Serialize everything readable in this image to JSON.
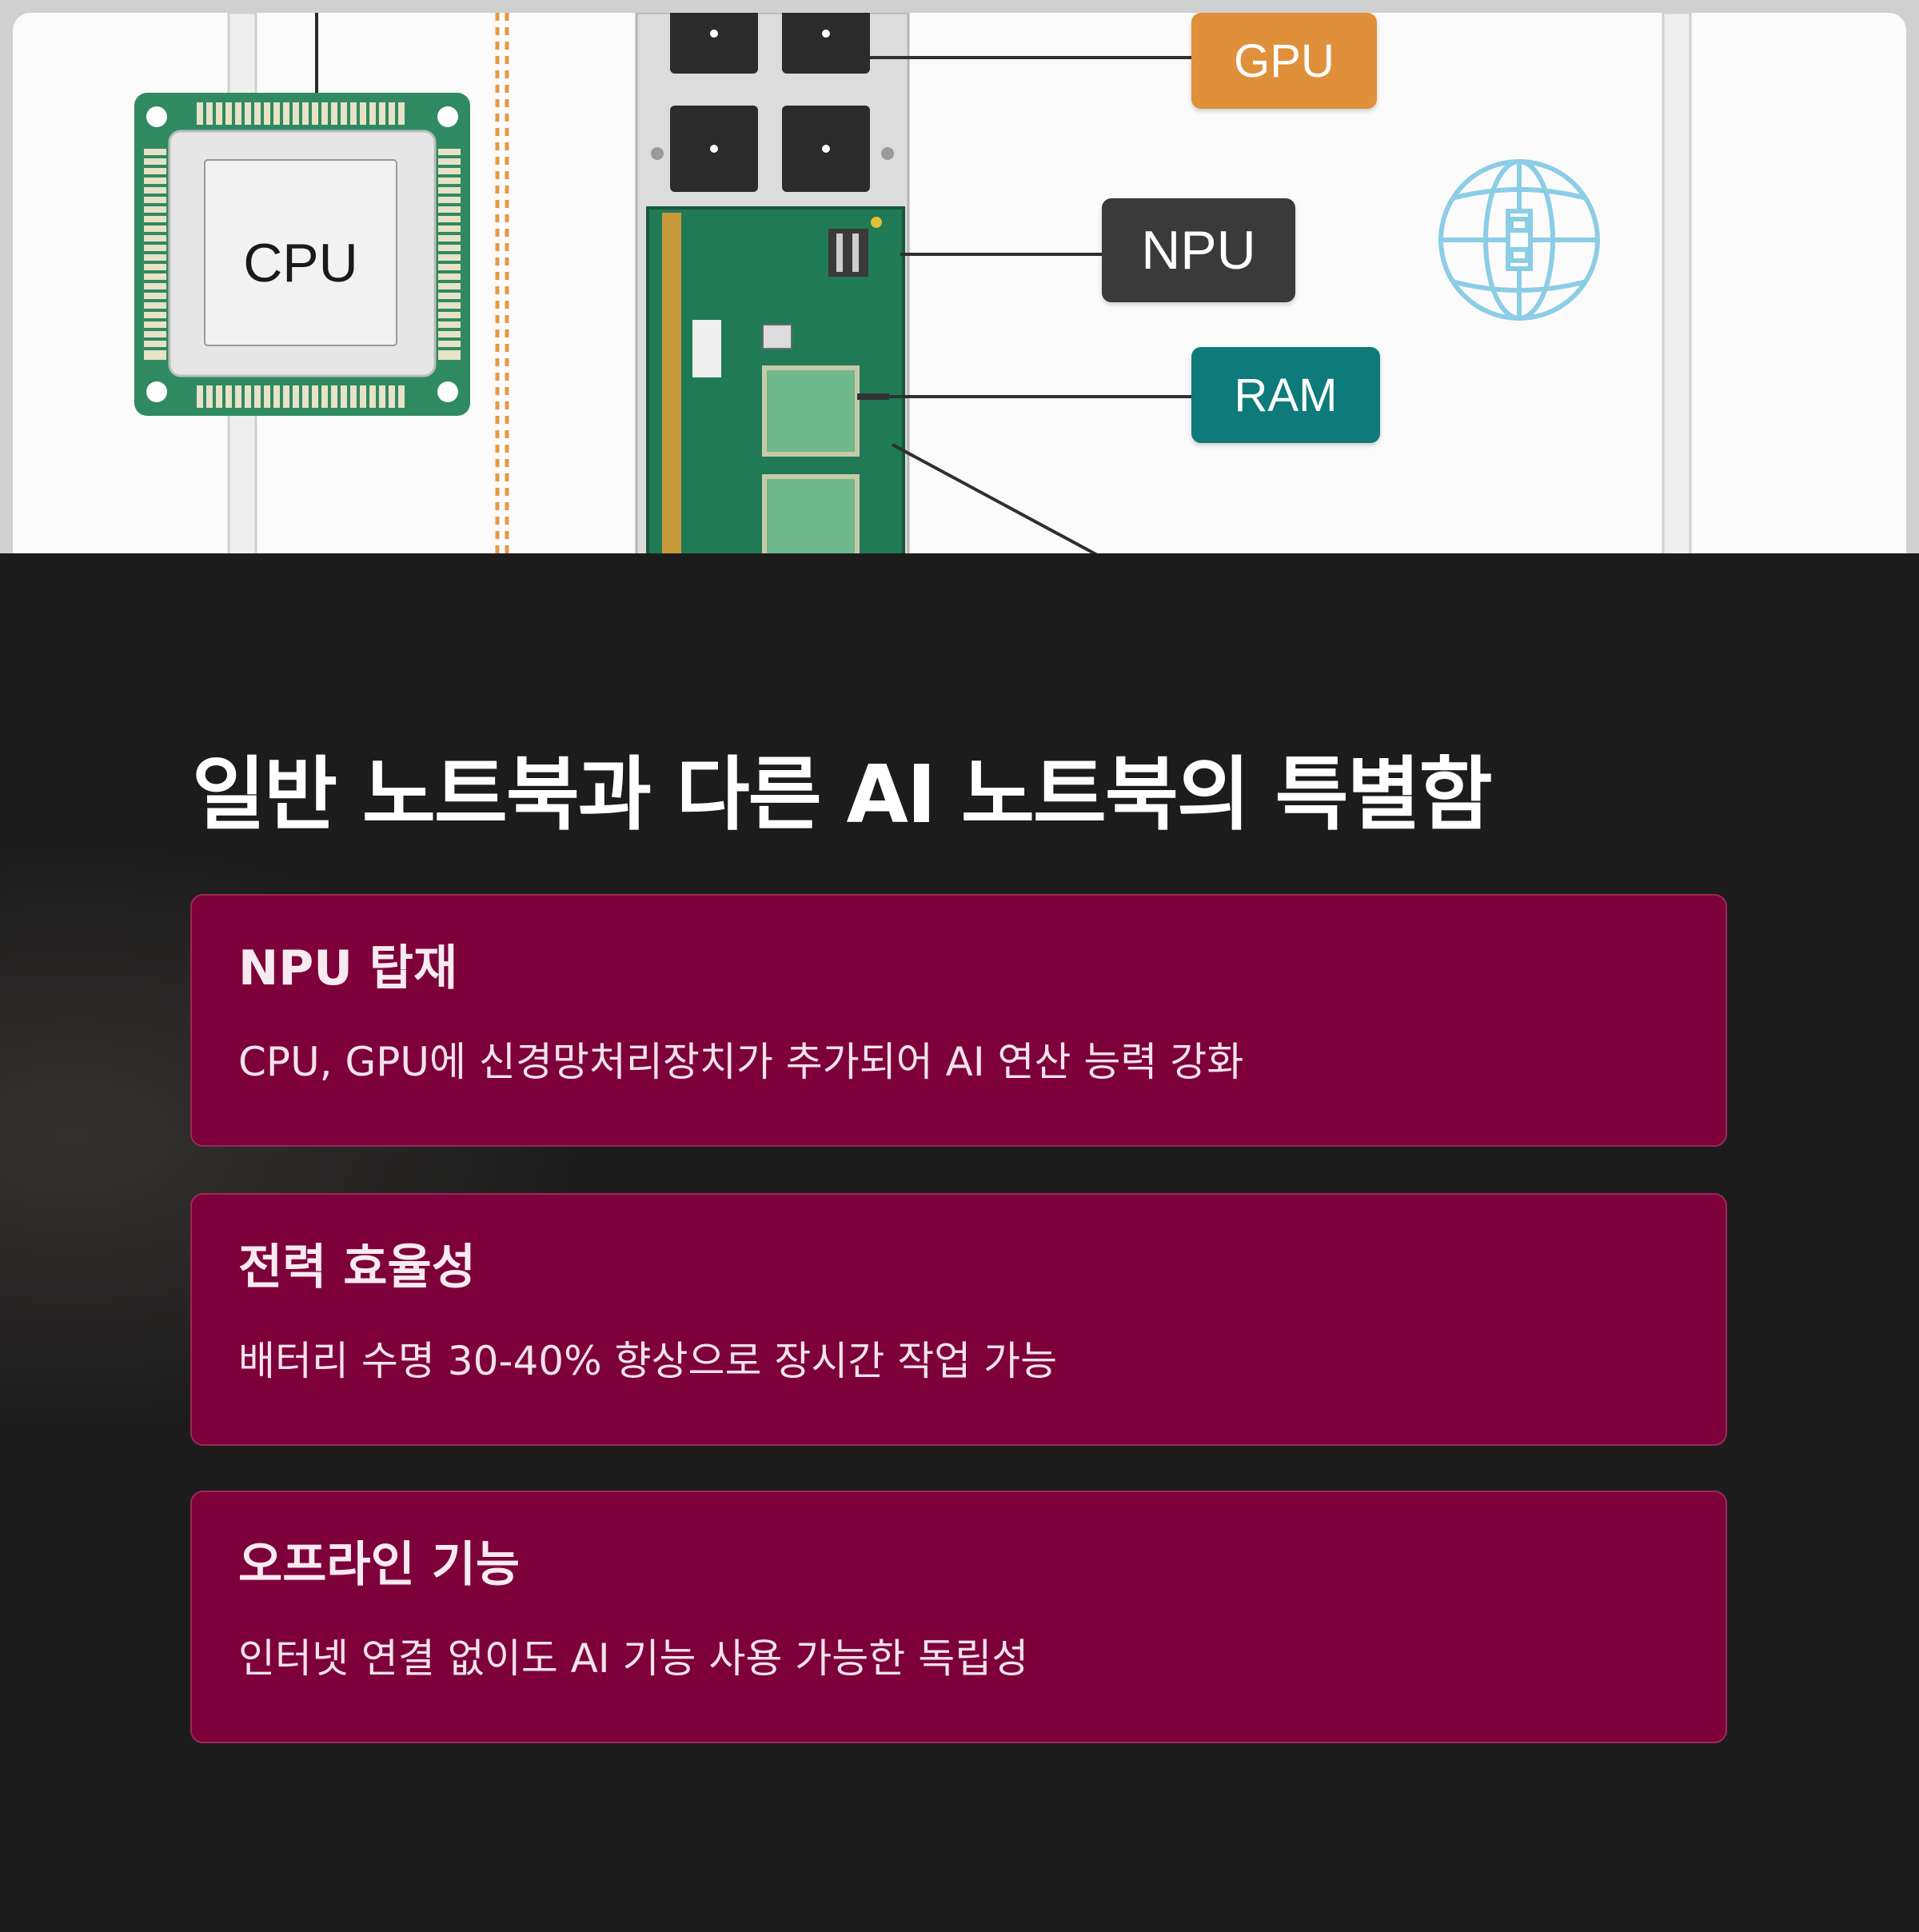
{
  "illustration": {
    "labels": {
      "cpu": "CPU",
      "gpu": "GPU",
      "npu": "NPU",
      "ram": "RAM"
    },
    "icons": [
      "globe-icon"
    ],
    "colors": {
      "gpu": "#e0903a",
      "npu": "#3a3a3a",
      "ram": "#0e7a7a",
      "board": "#1f7a55",
      "globe": "#8ccde6"
    }
  },
  "section": {
    "title": "일반 노트북과 다른 AI 노트북의 특별함"
  },
  "features": [
    {
      "title": "NPU 탑재",
      "description": "CPU, GPU에 신경망처리장치가 추가되어 AI 연산 능력 강화"
    },
    {
      "title": "전력 효율성",
      "description": "배터리 수명 30-40% 향상으로 장시간 작업 가능"
    },
    {
      "title": "오프라인 기능",
      "description": "인터넷 연결 없이도 AI 기능 사용 가능한 독립성"
    }
  ],
  "colors": {
    "background": "#1d1c1c",
    "card": "#7d003a",
    "card_border": "#9a2a56"
  }
}
